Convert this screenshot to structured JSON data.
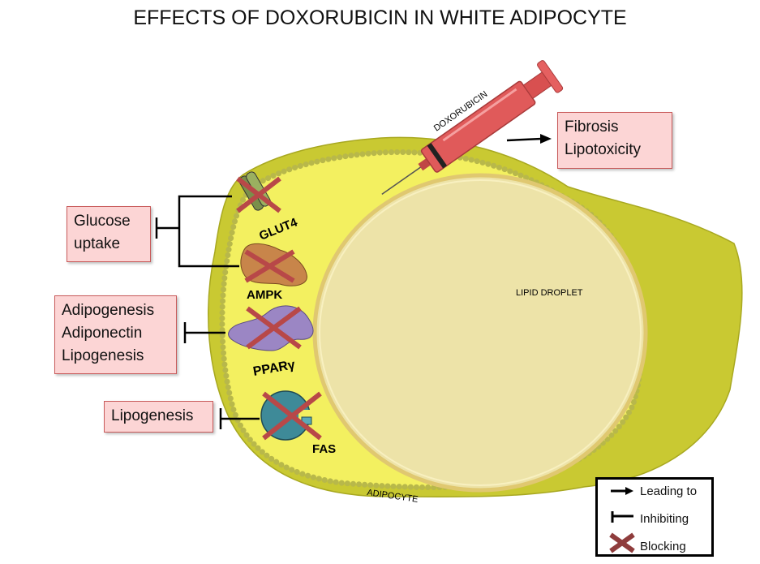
{
  "title": "EFFECTS OF DOXORUBICIN IN WHITE ADIPOCYTE",
  "labels": {
    "doxorubicin": "DOXORUBICIN",
    "lipid_droplet": "LIPID DROPLET",
    "adipocyte": "ADIPOCYTE",
    "glut4": "GLUT4",
    "ampk": "AMPK",
    "ppar": "PPARγ",
    "fas": "FAS"
  },
  "boxes": {
    "fibrosis": [
      "Fibrosis",
      "Lipotoxicity"
    ],
    "glucose": [
      "Glucose",
      "uptake"
    ],
    "adipo": [
      "Adipogenesis",
      "Adiponectin",
      "Lipogenesis"
    ],
    "lipogenesis": [
      "Lipogenesis"
    ]
  },
  "legend": {
    "leading": "Leading to",
    "inhibiting": "Inhibiting",
    "blocking": "Blocking"
  },
  "colors": {
    "cell": "#f3f060",
    "cell_outer": "#c9c932",
    "droplet": "#ede3a8",
    "syringe": "#e05a5a",
    "box_fill": "#fcd5d5",
    "cross": "#a04040"
  }
}
